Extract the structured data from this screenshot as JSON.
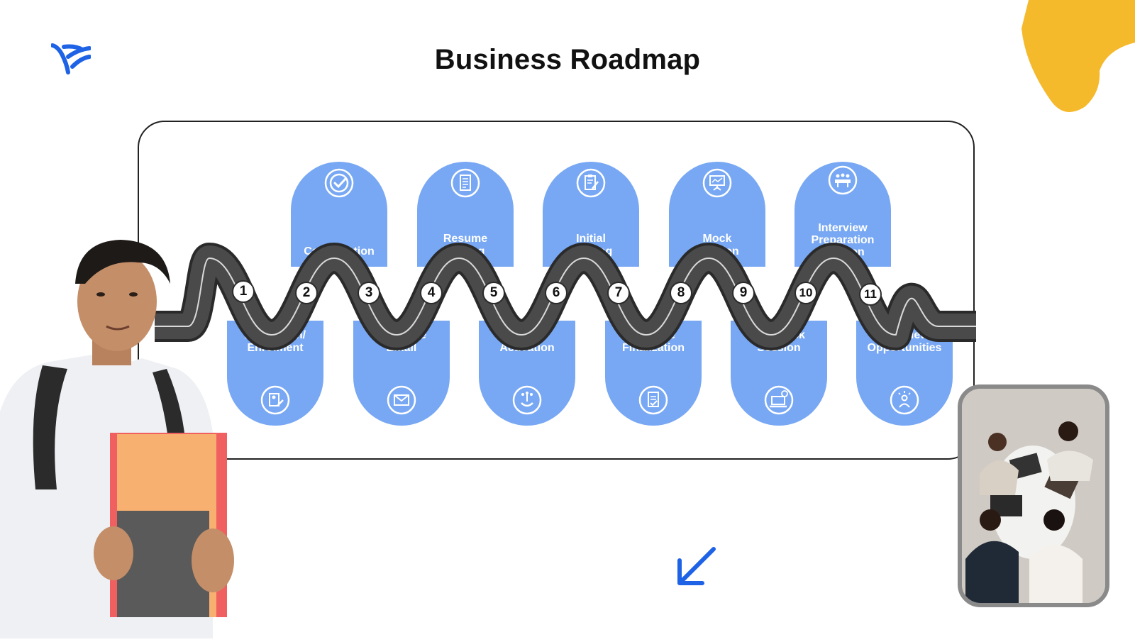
{
  "title": "Business Roadmap",
  "colors": {
    "accent_blue": "#78a8f3",
    "road": "#4a4a4a",
    "yellow": "#f5b92c",
    "logo_blue": "#1e62e6"
  },
  "steps": [
    {
      "num": "1",
      "label": "Admission/ Enrolment",
      "icon": "enrolment-form-icon"
    },
    {
      "num": "2",
      "label": "Confirmation",
      "icon": "check-circle-icon"
    },
    {
      "num": "3",
      "label": "Welcome Email",
      "icon": "envelope-icon"
    },
    {
      "num": "4",
      "label": "Resume Writing",
      "icon": "document-icon"
    },
    {
      "num": "5",
      "label": "LMS Activation",
      "icon": "network-hand-icon"
    },
    {
      "num": "6",
      "label": "Initial Briefing",
      "icon": "clipboard-pen-icon"
    },
    {
      "num": "7",
      "label": "Resume Finalization",
      "icon": "document-check-icon"
    },
    {
      "num": "8",
      "label": "Mock Session",
      "icon": "presentation-board-icon"
    },
    {
      "num": "9",
      "label": "2nd Mock Session",
      "icon": "laptop-chat-icon"
    },
    {
      "num": "10",
      "label": "Interview Preparation Session",
      "icon": "meeting-group-icon"
    },
    {
      "num": "11",
      "label": "Interview Opportunities",
      "icon": "person-idea-icon"
    }
  ]
}
